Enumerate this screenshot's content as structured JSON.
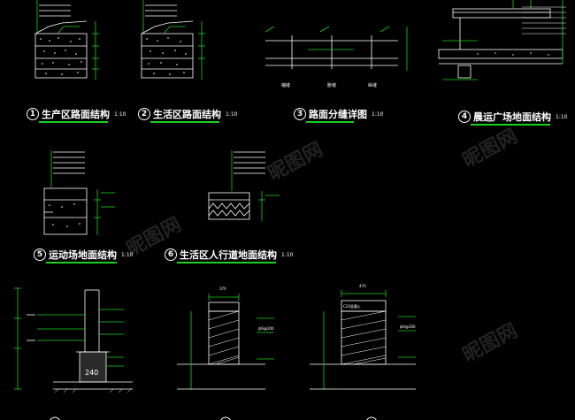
{
  "titles": [
    {
      "num": "1",
      "label": "生产区路面结构",
      "scale": "1:10"
    },
    {
      "num": "2",
      "label": "生活区路面结构",
      "scale": "1:10"
    },
    {
      "num": "3",
      "label": "路面分缝详图",
      "scale": "1:10"
    },
    {
      "num": "4",
      "label": "晨运广场地面结构",
      "scale": "1:10"
    },
    {
      "num": "5",
      "label": "运动场地面结构",
      "scale": "1:10"
    },
    {
      "num": "6",
      "label": "生活区人行道地面结构",
      "scale": "1:10"
    }
  ],
  "joint_labels": [
    "缩缝",
    "胀缝",
    "纵缝"
  ],
  "footing_labels": {
    "base_width": "240",
    "rebar_a": "ф6@200",
    "rebar_b": "ф6@200",
    "top_dim_b": "370",
    "top_dim_c": "470",
    "grade_label": "C20混凝土"
  },
  "watermark": "昵图网"
}
